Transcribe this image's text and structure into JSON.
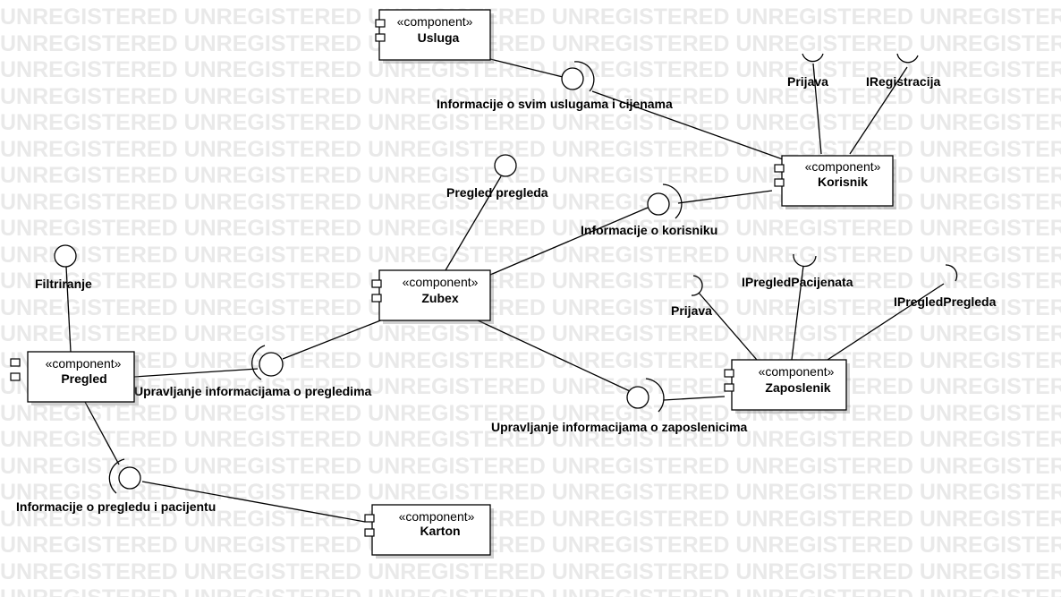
{
  "watermark": {
    "text": "UNREGISTERED"
  },
  "stereotype": "«component»",
  "components": [
    {
      "id": "usluga",
      "name": "Usluga"
    },
    {
      "id": "korisnik",
      "name": "Korisnik"
    },
    {
      "id": "zubex",
      "name": "Zubex"
    },
    {
      "id": "pregled",
      "name": "Pregled"
    },
    {
      "id": "zaposlenik",
      "name": "Zaposlenik"
    },
    {
      "id": "karton",
      "name": "Karton"
    }
  ],
  "interfaces": [
    {
      "id": "info-usluge",
      "label": "Informacije o svim uslugama i cijenama"
    },
    {
      "id": "prijava-korisnik",
      "label": "Prijava"
    },
    {
      "id": "iregistracija",
      "label": "IRegistracija"
    },
    {
      "id": "pregled-pregleda",
      "label": "Pregled pregleda"
    },
    {
      "id": "info-korisniku",
      "label": "Informacije o korisniku"
    },
    {
      "id": "filtriranje",
      "label": "Filtriranje"
    },
    {
      "id": "ipregled-pacijenata",
      "label": "IPregledPacijenata"
    },
    {
      "id": "ipregled-pregleda",
      "label": "IPregledPregleda"
    },
    {
      "id": "prijava-zaposlenik",
      "label": "Prijava"
    },
    {
      "id": "upravljanje-pregledima",
      "label": "Upravljanje informacijama o pregledima"
    },
    {
      "id": "upravljanje-zaposlenicima",
      "label": "Upravljanje informacijama o zaposlenicima"
    },
    {
      "id": "info-pregled-pacijent",
      "label": "Informacije o pregledu i pacijentu"
    }
  ]
}
